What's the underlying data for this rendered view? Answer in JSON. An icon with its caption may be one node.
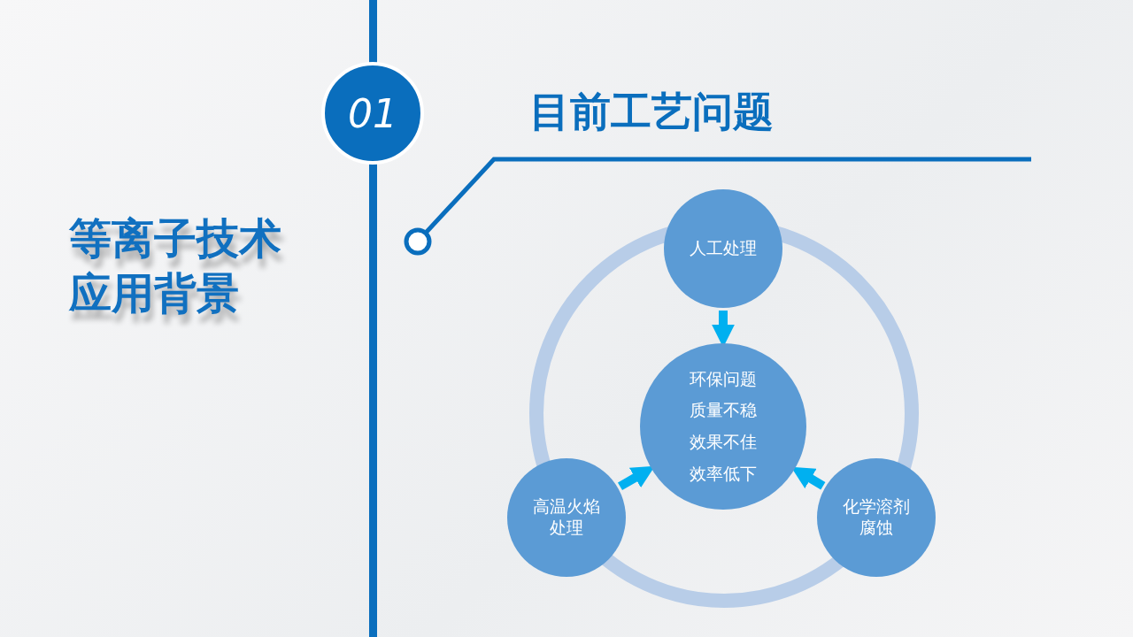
{
  "diagram": {
    "title": "目前工艺问题",
    "nodes": [
      {
        "text": [
          "01"
        ]
      },
      {
        "text": [
          "人工处理"
        ]
      },
      {
        "text": [
          "环保问题",
          "质量不稳",
          "效果不佳",
          "效率低下"
        ]
      },
      {
        "text": [
          "高温火焰处理"
        ]
      },
      {
        "text": [
          "化学溶剂腐蚀"
        ]
      }
    ],
    "edges": [
      {
        "from": 1,
        "to": 2,
        "arrow": "to"
      },
      {
        "from": 3,
        "to": 2,
        "arrow": "to"
      },
      {
        "from": 4,
        "to": 2,
        "arrow": "to"
      }
    ],
    "labels": [
      "等离子技术应用背景"
    ]
  }
}
